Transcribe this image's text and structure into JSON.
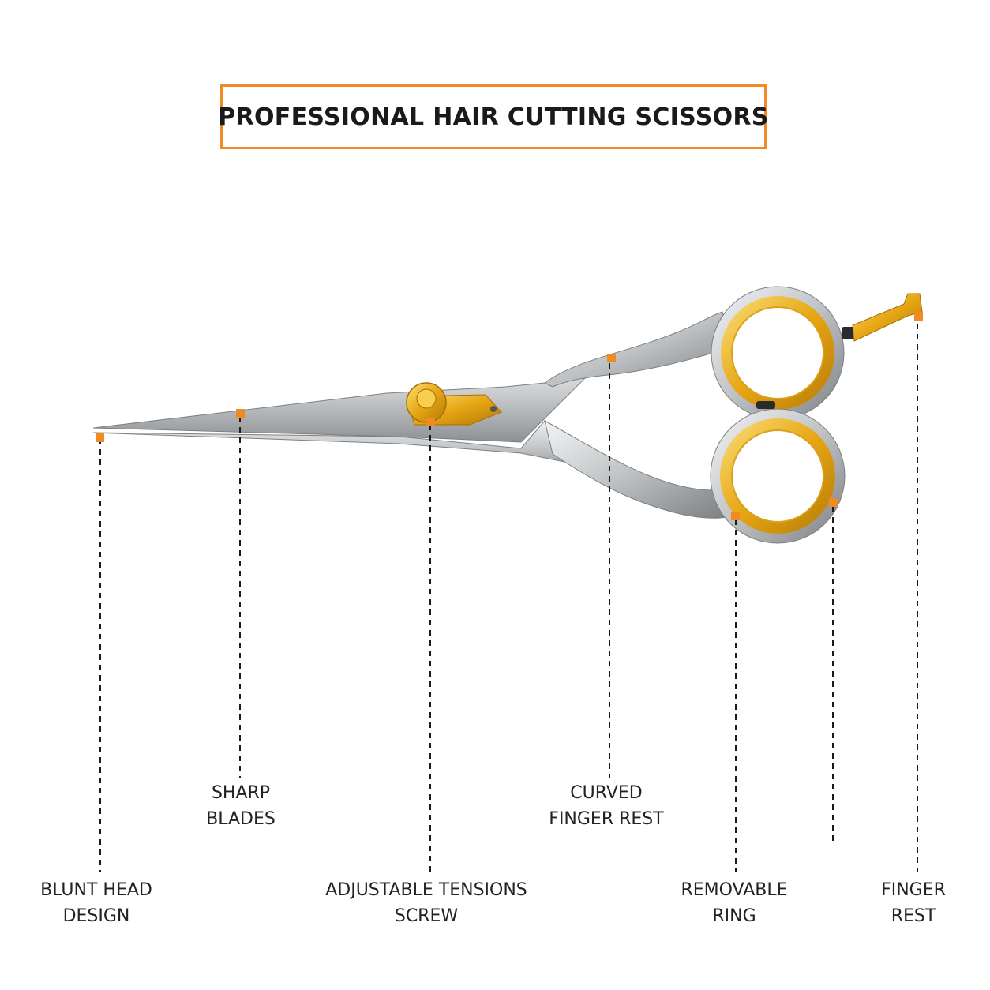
{
  "title": "PROFESSIONAL HAIR CUTTING SCISSORS",
  "colors": {
    "accent": "#f08a24",
    "steel": "#c9cbcd",
    "steel_dark": "#8e9193",
    "gold": "#e6a614",
    "gold_light": "#f7cf4c",
    "text": "#222222"
  },
  "callouts": [
    {
      "id": "blunt-head-design",
      "lines": [
        "BLUNT HEAD",
        "DESIGN"
      ]
    },
    {
      "id": "sharp-blades",
      "lines": [
        "SHARP",
        "BLADES"
      ]
    },
    {
      "id": "adjustable-tensions-screw",
      "lines": [
        "ADJUSTABLE TENSIONS",
        "SCREW"
      ]
    },
    {
      "id": "curved-finger-rest",
      "lines": [
        "CURVED",
        "FINGER REST"
      ]
    },
    {
      "id": "removable-ring",
      "lines": [
        "REMOVABLE",
        "RING"
      ]
    },
    {
      "id": "removable-ring-2",
      "lines": []
    },
    {
      "id": "finger-rest",
      "lines": [
        "FINGER",
        "REST"
      ]
    }
  ]
}
